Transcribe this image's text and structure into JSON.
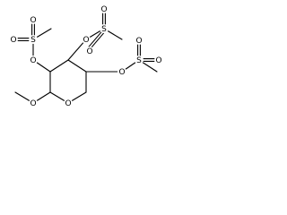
{
  "diagram": {
    "type": "skeletal-structure",
    "atoms": {
      "ring_o": "O",
      "methoxy_o": "O",
      "ms1_o": "O",
      "ms1_s": "S",
      "ms1_o_up": "O",
      "ms1_o_dn": "O",
      "ms2_o": "O",
      "ms2_s": "S",
      "ms2_o_up": "O",
      "ms2_o_dn": "O",
      "ms3_o": "O",
      "ms3_s": "S",
      "ms3_o_up": "O",
      "ms3_o_dn": "O"
    },
    "colors": {
      "ink": "#000000",
      "background": "#ffffff"
    }
  }
}
